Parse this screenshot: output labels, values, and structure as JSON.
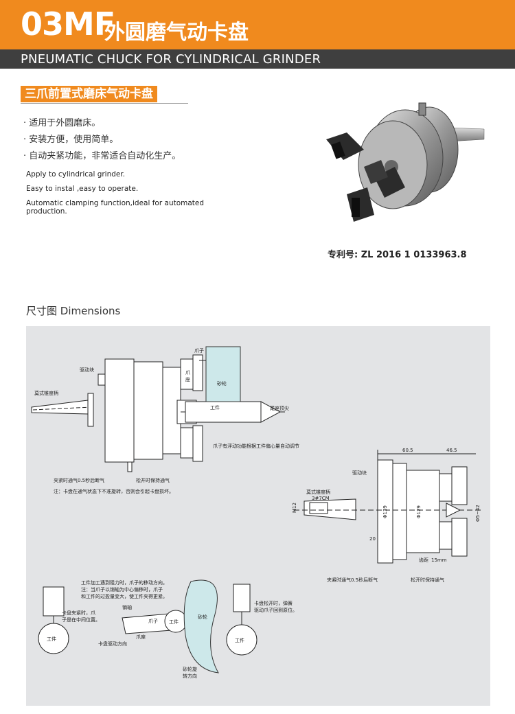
{
  "header": {
    "model": "03MF",
    "title_cn": "外圆磨气动卡盘",
    "title_en": "PNEUMATIC CHUCK FOR CYLINDRICAL GRINDER"
  },
  "section_tag": "三爪前置式磨床气动卡盘",
  "features_cn": [
    "适用于外圆磨床。",
    "安装方便，使用简单。",
    "自动夹紧功能，非常适合自动化生产。"
  ],
  "features_en": [
    "Apply to cylindrical grinder.",
    "Easy to instal ,easy to operate.",
    "Automatic clamping function,ideal for automated production."
  ],
  "patent": "专利号: ZL 2016 1 0133963.8",
  "dimensions_title": "尺寸图 Dimensions",
  "drawing_labels": {
    "jaw": "爪子",
    "jaw_seat": "爪座",
    "drive_block": "驱动块",
    "taper_shank": "莫式锥度柄",
    "grinding_wheel": "砂轮",
    "workpiece": "工件",
    "tailstock": "尾座顶尖",
    "floating_note": "爪子有浮动功能根据工件偏心量自动调节",
    "clamp_air": "夹紧时通气0.5秒后断气",
    "release_air": "松开时保持通气",
    "note": "注：卡盘在通气状态下不准旋转，否则会引起卡盘损坏。",
    "dim_605": "60.5",
    "dim_465": "46.5",
    "dim_139": "Φ139",
    "dim_129": "Φ129",
    "dim_range": "Φ5~42",
    "dim_20": "20",
    "taper_no": "3#7CM",
    "m12": "M12",
    "gear_shift": "齿距",
    "gear_val": "15mm",
    "clamp_air2": "夹紧时通气0.5秒后断气",
    "release_air2": "松开时保持通气",
    "expl_1": "工件加工遇到阻力时，爪子的移动方向。",
    "expl_2": "注：当爪子以销轴为中心偏移时，爪子",
    "expl_3": "和工件的过盈量变大，使工件夹得更紧。",
    "pin": "销轴",
    "clamp_mid_1": "卡盘夹紧时，爪",
    "clamp_mid_2": "子是在中间位置。",
    "drive_dir": "卡盘驱动方向",
    "wheel_rot_1": "砂轮旋",
    "wheel_rot_2": "转方向",
    "release_1": "卡盘松开时，弹簧",
    "release_2": "驱动爪子回到原位。"
  }
}
